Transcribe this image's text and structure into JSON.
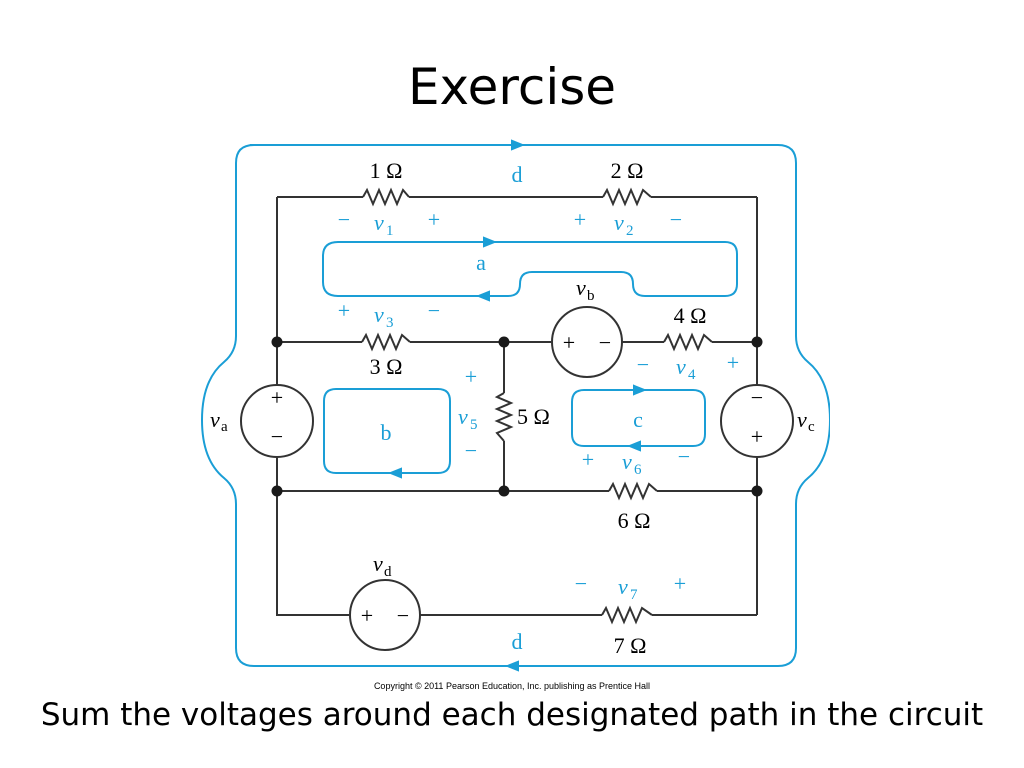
{
  "slide": {
    "title": "Exercise",
    "caption": "Sum the voltages around each designated path in the circuit",
    "copyright": "Copyright © 2011 Pearson Education, Inc. publishing as Prentice Hall"
  },
  "colors": {
    "wire": "#333333",
    "path": "#1a9ed6",
    "text": "#000000"
  },
  "circuit": {
    "resistors": {
      "r1": "1 Ω",
      "r2": "2 Ω",
      "r3": "3 Ω",
      "r4": "4 Ω",
      "r5": "5 Ω",
      "r6": "6 Ω",
      "r7": "7 Ω"
    },
    "sources": {
      "va": {
        "var": "v",
        "sub": "a",
        "top": "+",
        "bottom": "−"
      },
      "vb": {
        "var": "v",
        "sub": "b",
        "left": "+",
        "right": "−"
      },
      "vc": {
        "var": "v",
        "sub": "c",
        "top": "−",
        "bottom": "+"
      },
      "vd": {
        "var": "v",
        "sub": "d",
        "left": "+",
        "right": "−"
      }
    },
    "voltages": {
      "v1": {
        "var": "v",
        "sub": "1",
        "left": "−",
        "right": "+"
      },
      "v2": {
        "var": "v",
        "sub": "2",
        "left": "+",
        "right": "−"
      },
      "v3": {
        "var": "v",
        "sub": "3",
        "left": "+",
        "right": "−"
      },
      "v4": {
        "var": "v",
        "sub": "4",
        "left": "−",
        "right": "+"
      },
      "v5": {
        "var": "v",
        "sub": "5",
        "top": "+",
        "bottom": "−"
      },
      "v6": {
        "var": "v",
        "sub": "6",
        "left": "+",
        "right": "−"
      },
      "v7": {
        "var": "v",
        "sub": "7",
        "left": "−",
        "right": "+"
      }
    },
    "paths": {
      "a": "a",
      "b": "b",
      "c": "c",
      "d_top": "d",
      "d_bottom": "d"
    }
  }
}
